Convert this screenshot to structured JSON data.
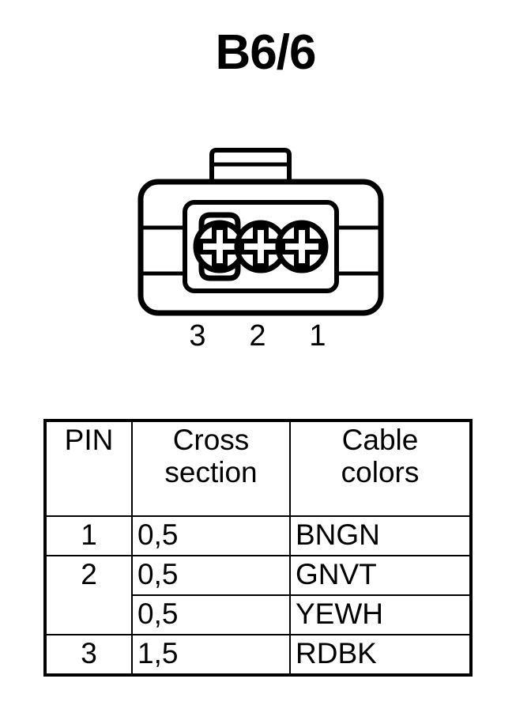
{
  "title": "B6/6",
  "connector": {
    "name": "connector-front-view",
    "cavity_count": 3,
    "pin_labels": [
      "3",
      "2",
      "1"
    ],
    "stroke_color": "#000000",
    "fill_color": "#ffffff"
  },
  "table": {
    "headers": {
      "pin": [
        "PIN"
      ],
      "cross_section": [
        "Cross",
        "section"
      ],
      "cable_colors": [
        "Cable",
        "colors"
      ]
    },
    "rows": [
      {
        "pin": "1",
        "cross_section": "0,5",
        "cable_colors": "BNGN"
      },
      {
        "pin": "2",
        "cross_section": "0,5",
        "cable_colors": "GNVT"
      },
      {
        "pin": "",
        "cross_section": "0,5",
        "cable_colors": "YEWH"
      },
      {
        "pin": "3",
        "cross_section": "1,5",
        "cable_colors": "RDBK"
      }
    ]
  }
}
